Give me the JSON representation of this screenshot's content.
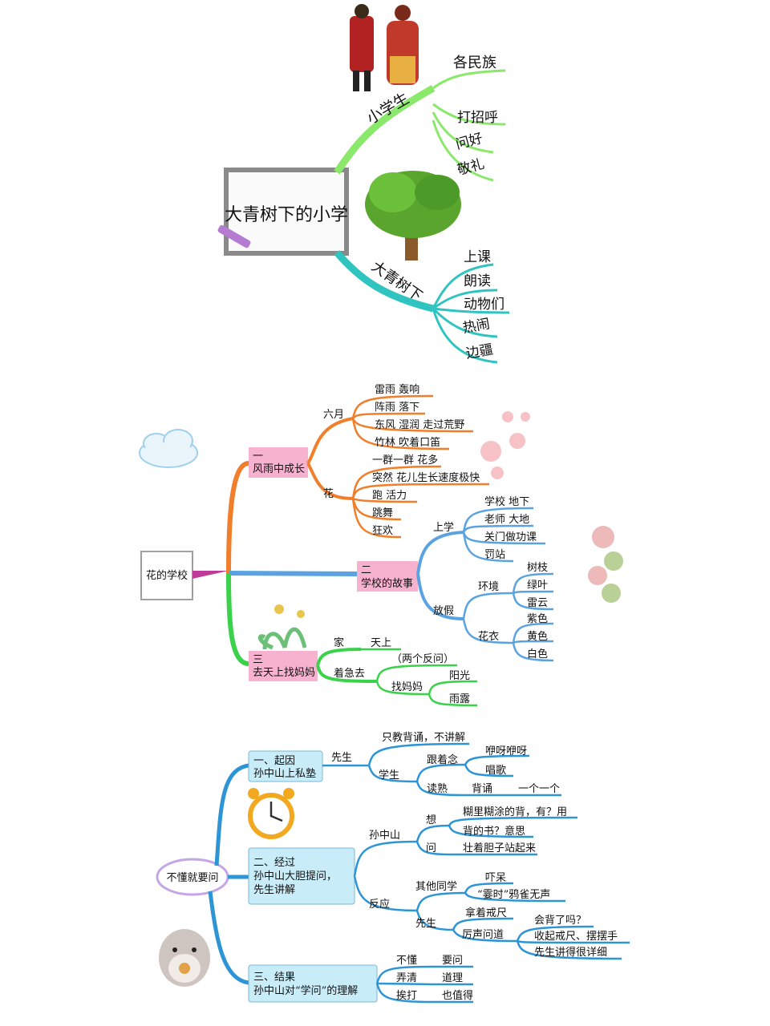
{
  "map1": {
    "root": "大青树下的小学",
    "branches": [
      {
        "label": "小学生",
        "leaves": [
          "各民族",
          "打招呼",
          "问好",
          "敬礼"
        ]
      },
      {
        "label": "大青树下",
        "leaves": [
          "上课",
          "朗读",
          "动物们",
          "热闹",
          "边疆"
        ]
      }
    ]
  },
  "map2": {
    "root": "花的学校",
    "sections": [
      {
        "num": "一",
        "title": "风雨中成长",
        "subs": [
          {
            "label": "六月",
            "leaves": [
              "雷雨  轰响",
              "阵雨  落下",
              "东风  湿润  走过荒野",
              "竹林  吹着口笛"
            ]
          },
          {
            "label": "花",
            "leaves": [
              "一群一群  花多",
              "突然  花儿生长速度极快",
              "跑  活力",
              "跳舞",
              "狂欢"
            ]
          }
        ]
      },
      {
        "num": "二",
        "title": "学校的故事",
        "subs": [
          {
            "label": "上学",
            "leaves": [
              "学校  地下",
              "老师  大地",
              "关门做功课",
              "罚站"
            ]
          },
          {
            "label": "放假",
            "groups": [
              {
                "label": "环境",
                "leaves": [
                  "树枝",
                  "绿叶",
                  "雷云"
                ]
              },
              {
                "label": "花衣",
                "leaves": [
                  "紫色",
                  "黄色",
                  "白色"
                ]
              }
            ]
          }
        ]
      },
      {
        "num": "三",
        "title": "去天上找妈妈",
        "subs": [
          {
            "label": "家",
            "leaves": [
              "天上"
            ]
          },
          {
            "label": "着急去",
            "note": "（两个反问）",
            "groups": [
              {
                "label": "找妈妈",
                "leaves": [
                  "阳光",
                  "雨露"
                ]
              }
            ]
          }
        ]
      }
    ]
  },
  "map3": {
    "root": "不懂就要问",
    "sections": [
      {
        "title1": "一、起因",
        "title2": "孙中山上私塾",
        "title3": "",
        "sub": "先生",
        "nodes": [
          "只教背诵，不讲解",
          "学生",
          "跟着念",
          "咿呀咿呀",
          "唱歌",
          "读熟",
          "背诵",
          "一个一个"
        ]
      },
      {
        "title1": "二、经过",
        "title2": "孙中山大胆提问，",
        "title3": "先生讲解",
        "subs": [
          "孙中山",
          "反应"
        ],
        "nodes": [
          "想",
          "糊里糊涂的背，有？用",
          "背的书？意思",
          "问",
          "壮着胆子站起来",
          "其他同学",
          "吓呆",
          "“霎时”鸦雀无声",
          "先生",
          "拿着戒尺",
          "厉声问道",
          "会背了吗？",
          "收起戒尺、摆摆手",
          "先生讲得很详细"
        ]
      },
      {
        "title1": "三、结果",
        "title2": "孙中山对“学问”的理解",
        "title3": "",
        "pairs": [
          [
            "不懂",
            "要问"
          ],
          [
            "弄清",
            "道理"
          ],
          [
            "挨打",
            "也值得"
          ]
        ]
      }
    ]
  }
}
